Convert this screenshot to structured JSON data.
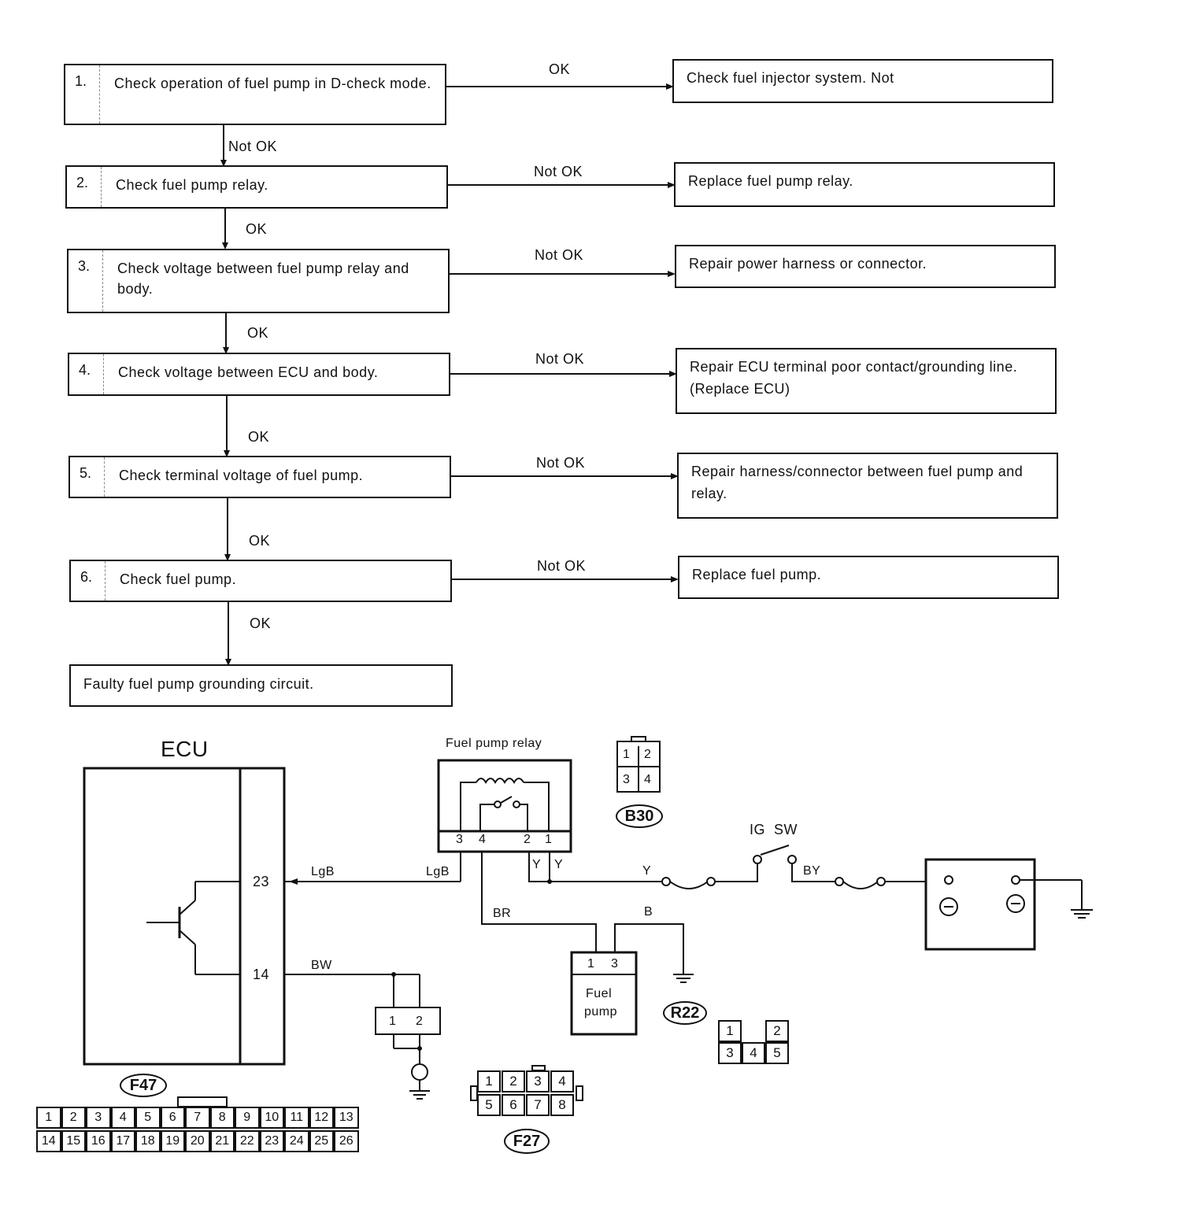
{
  "flowchart": {
    "steps": [
      {
        "num": "1.",
        "text": "Check operation of fuel pump in D-check mode."
      },
      {
        "num": "2.",
        "text": "Check fuel pump relay."
      },
      {
        "num": "3.",
        "text": "Check voltage between fuel pump relay and body."
      },
      {
        "num": "4.",
        "text": "Check voltage between ECU and body."
      },
      {
        "num": "5.",
        "text": "Check terminal voltage of fuel pump."
      },
      {
        "num": "6.",
        "text": "Check fuel pump."
      }
    ],
    "results": [
      {
        "branch": "OK",
        "text": "Check fuel injector system. Not"
      },
      {
        "branch": "Not OK",
        "text": "Replace fuel pump relay."
      },
      {
        "branch": "Not OK",
        "text": "Repair power harness or connector."
      },
      {
        "branch": "Not OK",
        "text": "Repair ECU terminal poor contact/grounding line. (Replace ECU)"
      },
      {
        "branch": "Not OK",
        "text": "Repair harness/connector between fuel pump and relay."
      },
      {
        "branch": "Not OK",
        "text": "Replace fuel pump."
      }
    ],
    "down_labels": [
      "Not OK",
      "OK",
      "OK",
      "OK",
      "OK",
      "OK"
    ],
    "final": "Faulty fuel pump grounding circuit."
  },
  "wiring": {
    "ecu_title": "ECU",
    "ecu_pins": [
      "23",
      "14"
    ],
    "relay_title": "Fuel pump relay",
    "relay_pins": [
      "3",
      "4",
      "2",
      "1"
    ],
    "wire_labels": {
      "lgb_left": "LgB",
      "lgb_right": "LgB",
      "y1": "Y",
      "y2": "Y",
      "y3": "Y",
      "br": "BR",
      "b": "B",
      "bw": "BW",
      "by": "BY"
    },
    "ig_sw": "IG  SW",
    "fuel_pump_label": [
      "Fuel",
      "pump"
    ],
    "fuel_pump_pins": [
      "1",
      "3"
    ],
    "small_connector_pins": [
      "1",
      "2"
    ],
    "connector_tags": {
      "b30": "B30",
      "r22": "R22",
      "f47": "F47",
      "f27": "F27"
    },
    "b30_pins": [
      "1",
      "2",
      "3",
      "4"
    ],
    "five_pin": [
      "1",
      "2",
      "3",
      "4",
      "5"
    ],
    "f27_pins": [
      "1",
      "2",
      "3",
      "4",
      "5",
      "6",
      "7",
      "8"
    ],
    "f47_pins_top": [
      "1",
      "2",
      "3",
      "4",
      "5",
      "6",
      "7",
      "8",
      "9",
      "10",
      "11",
      "12",
      "13"
    ],
    "f47_pins_bottom": [
      "14",
      "15",
      "16",
      "17",
      "18",
      "19",
      "20",
      "21",
      "22",
      "23",
      "24",
      "25",
      "26"
    ]
  }
}
